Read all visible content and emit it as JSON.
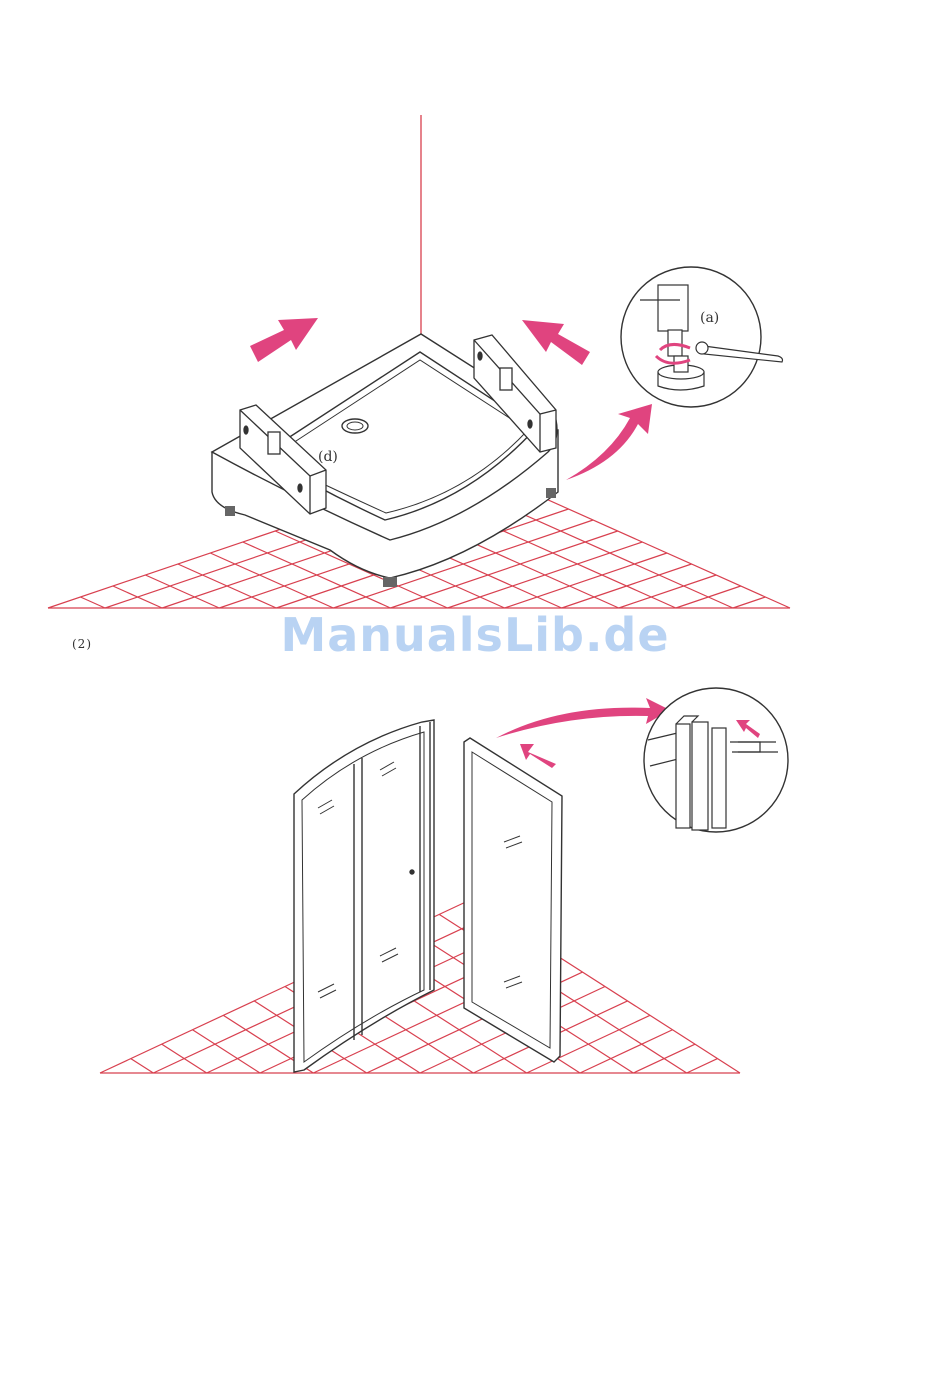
{
  "labels": {
    "part_a": "(a)",
    "part_d": "(d)",
    "step_2": "(2)"
  },
  "watermark": "ManualsLib.de",
  "colors": {
    "grid": "#d8404f",
    "arrow": "#e0447f",
    "line": "#333333",
    "watermark": "#b9d3f3"
  }
}
